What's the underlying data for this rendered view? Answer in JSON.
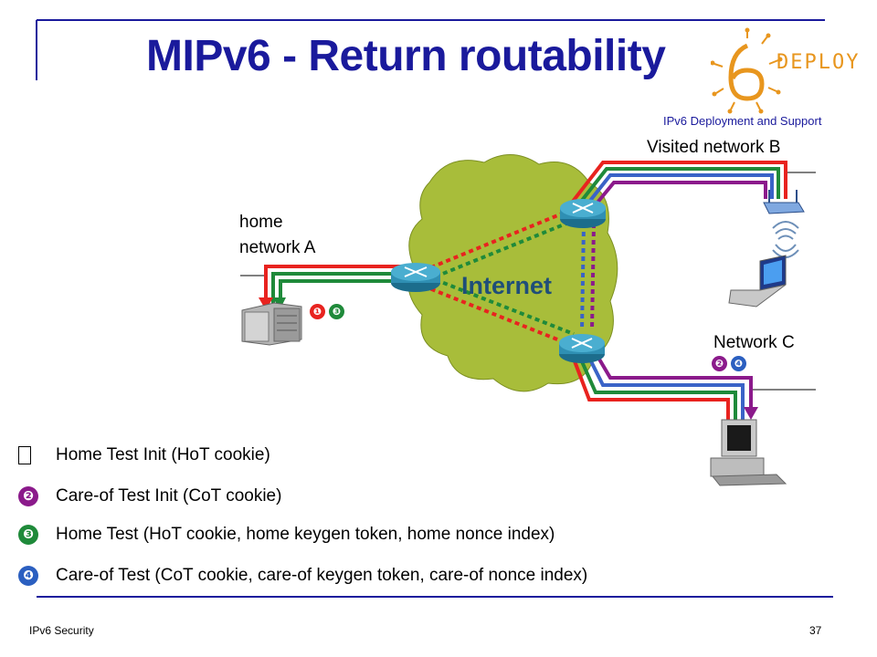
{
  "slide": {
    "title": "MIPv6 - Return routability",
    "logo_word": "DEPLOY",
    "logo_subtitle": "IPv6 Deployment and Support",
    "footer_left": "IPv6 Security",
    "page_number": "37"
  },
  "diagram": {
    "cloud_label": "Internet",
    "home_network_line1": "home",
    "home_network_line2": "network A",
    "visited_network": "Visited network B",
    "network_c": "Network C",
    "home_badges": [
      "❶",
      "❸"
    ],
    "network_c_badges": [
      "❷",
      "❹"
    ]
  },
  "legend": [
    {
      "marker": "",
      "text": "Home Test Init (HoT cookie)",
      "color": "#ffffff"
    },
    {
      "marker": "❷",
      "text": "Care-of Test Init (CoT cookie)",
      "color": "#8b1a8b"
    },
    {
      "marker": "❸",
      "text": "Home Test (HoT cookie, home keygen token, home nonce index)",
      "color": "#1f8a3a"
    },
    {
      "marker": "❹",
      "text": "Care-of Test (CoT cookie, care-of keygen token, care-of nonce index)",
      "color": "#2b5fc0"
    }
  ],
  "colors": {
    "title": "#1a1a9c",
    "cloud": "#a8bd3a",
    "path_red": "#e8231f",
    "path_green": "#1f8a3a",
    "path_blue": "#3a63c7",
    "path_purple": "#8b1a8b",
    "router": "#2f8fb3"
  }
}
